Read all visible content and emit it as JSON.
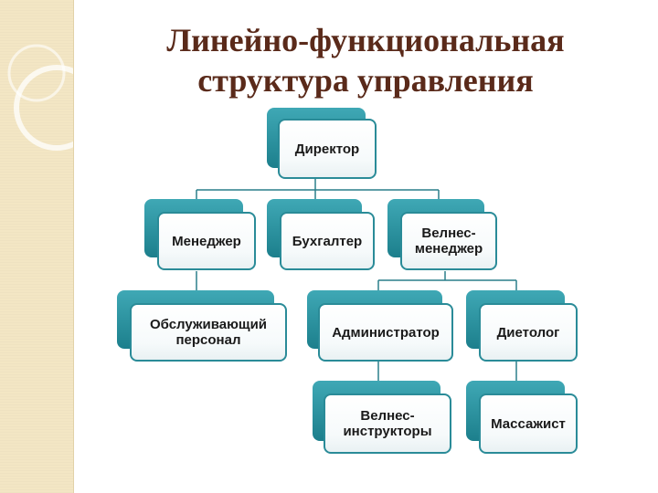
{
  "title": {
    "line1": "Линейно-функциональная",
    "line2": "структура управления"
  },
  "nodes": {
    "director": "Директор",
    "manager": "Менеджер",
    "accountant": "Бухгалтер",
    "wellness_manager": "Велнес-менеджер",
    "service_staff": "Обслуживающий персонал",
    "administrator": "Администратор",
    "dietitian": "Диетолог",
    "wellness_instructors": "Велнес-инструкторы",
    "massage_therapist": "Массажист"
  },
  "colors": {
    "title": "#5a2a1a",
    "box_accent": "#1c7f8c",
    "box_border": "#2a8b98",
    "side_band": "#f3e6c4"
  }
}
